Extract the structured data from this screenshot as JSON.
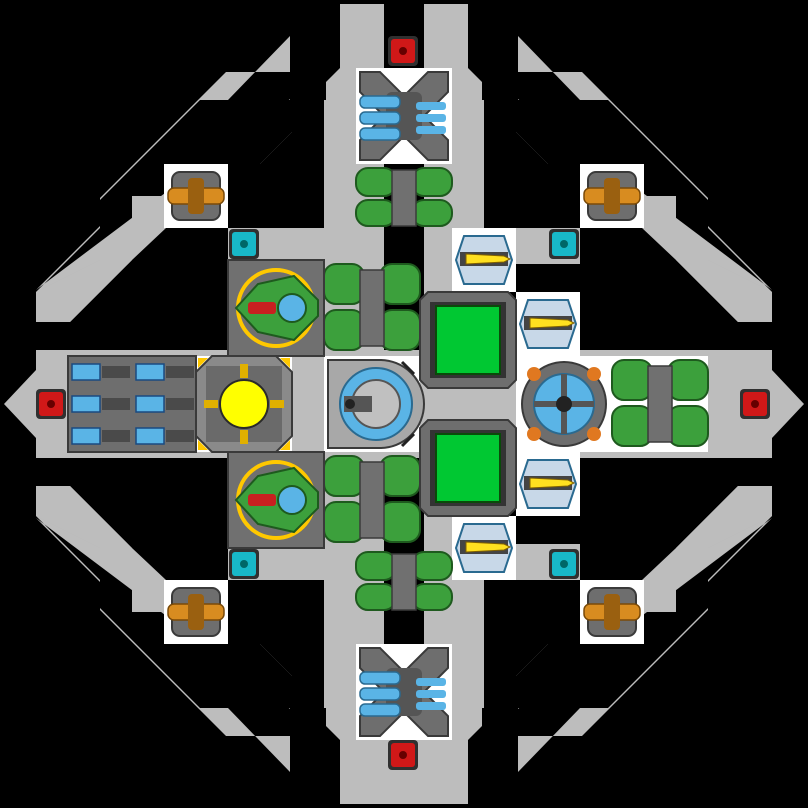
{
  "ship": {
    "layout": "symmetric-cross",
    "colors": {
      "background": "#000000",
      "hull": "#bdbdbd",
      "floor": "#ffffff",
      "armor": "#6e6e6e",
      "red_block": "#d01818",
      "cyan_block": "#18b8c8",
      "thruster_green": "#3ca03c",
      "gun_blue": "#5ab4e6",
      "cannon_orange": "#d88c20",
      "missile_yellow": "#ffe020",
      "reactor_yellow": "#ffff00",
      "shield_green": "#00c832"
    },
    "modules": {
      "core": "reactor-core",
      "cockpit": "command-dome",
      "ion_cannons": 2,
      "thruster_pods": 6,
      "batteries": 6,
      "missile_launchers": 4,
      "shield_generators": 2,
      "autocannons": 4,
      "sensor_blocks_red": 4,
      "sensor_blocks_cyan": 4,
      "flak_turret": 1,
      "heavy_guns": 2
    }
  }
}
